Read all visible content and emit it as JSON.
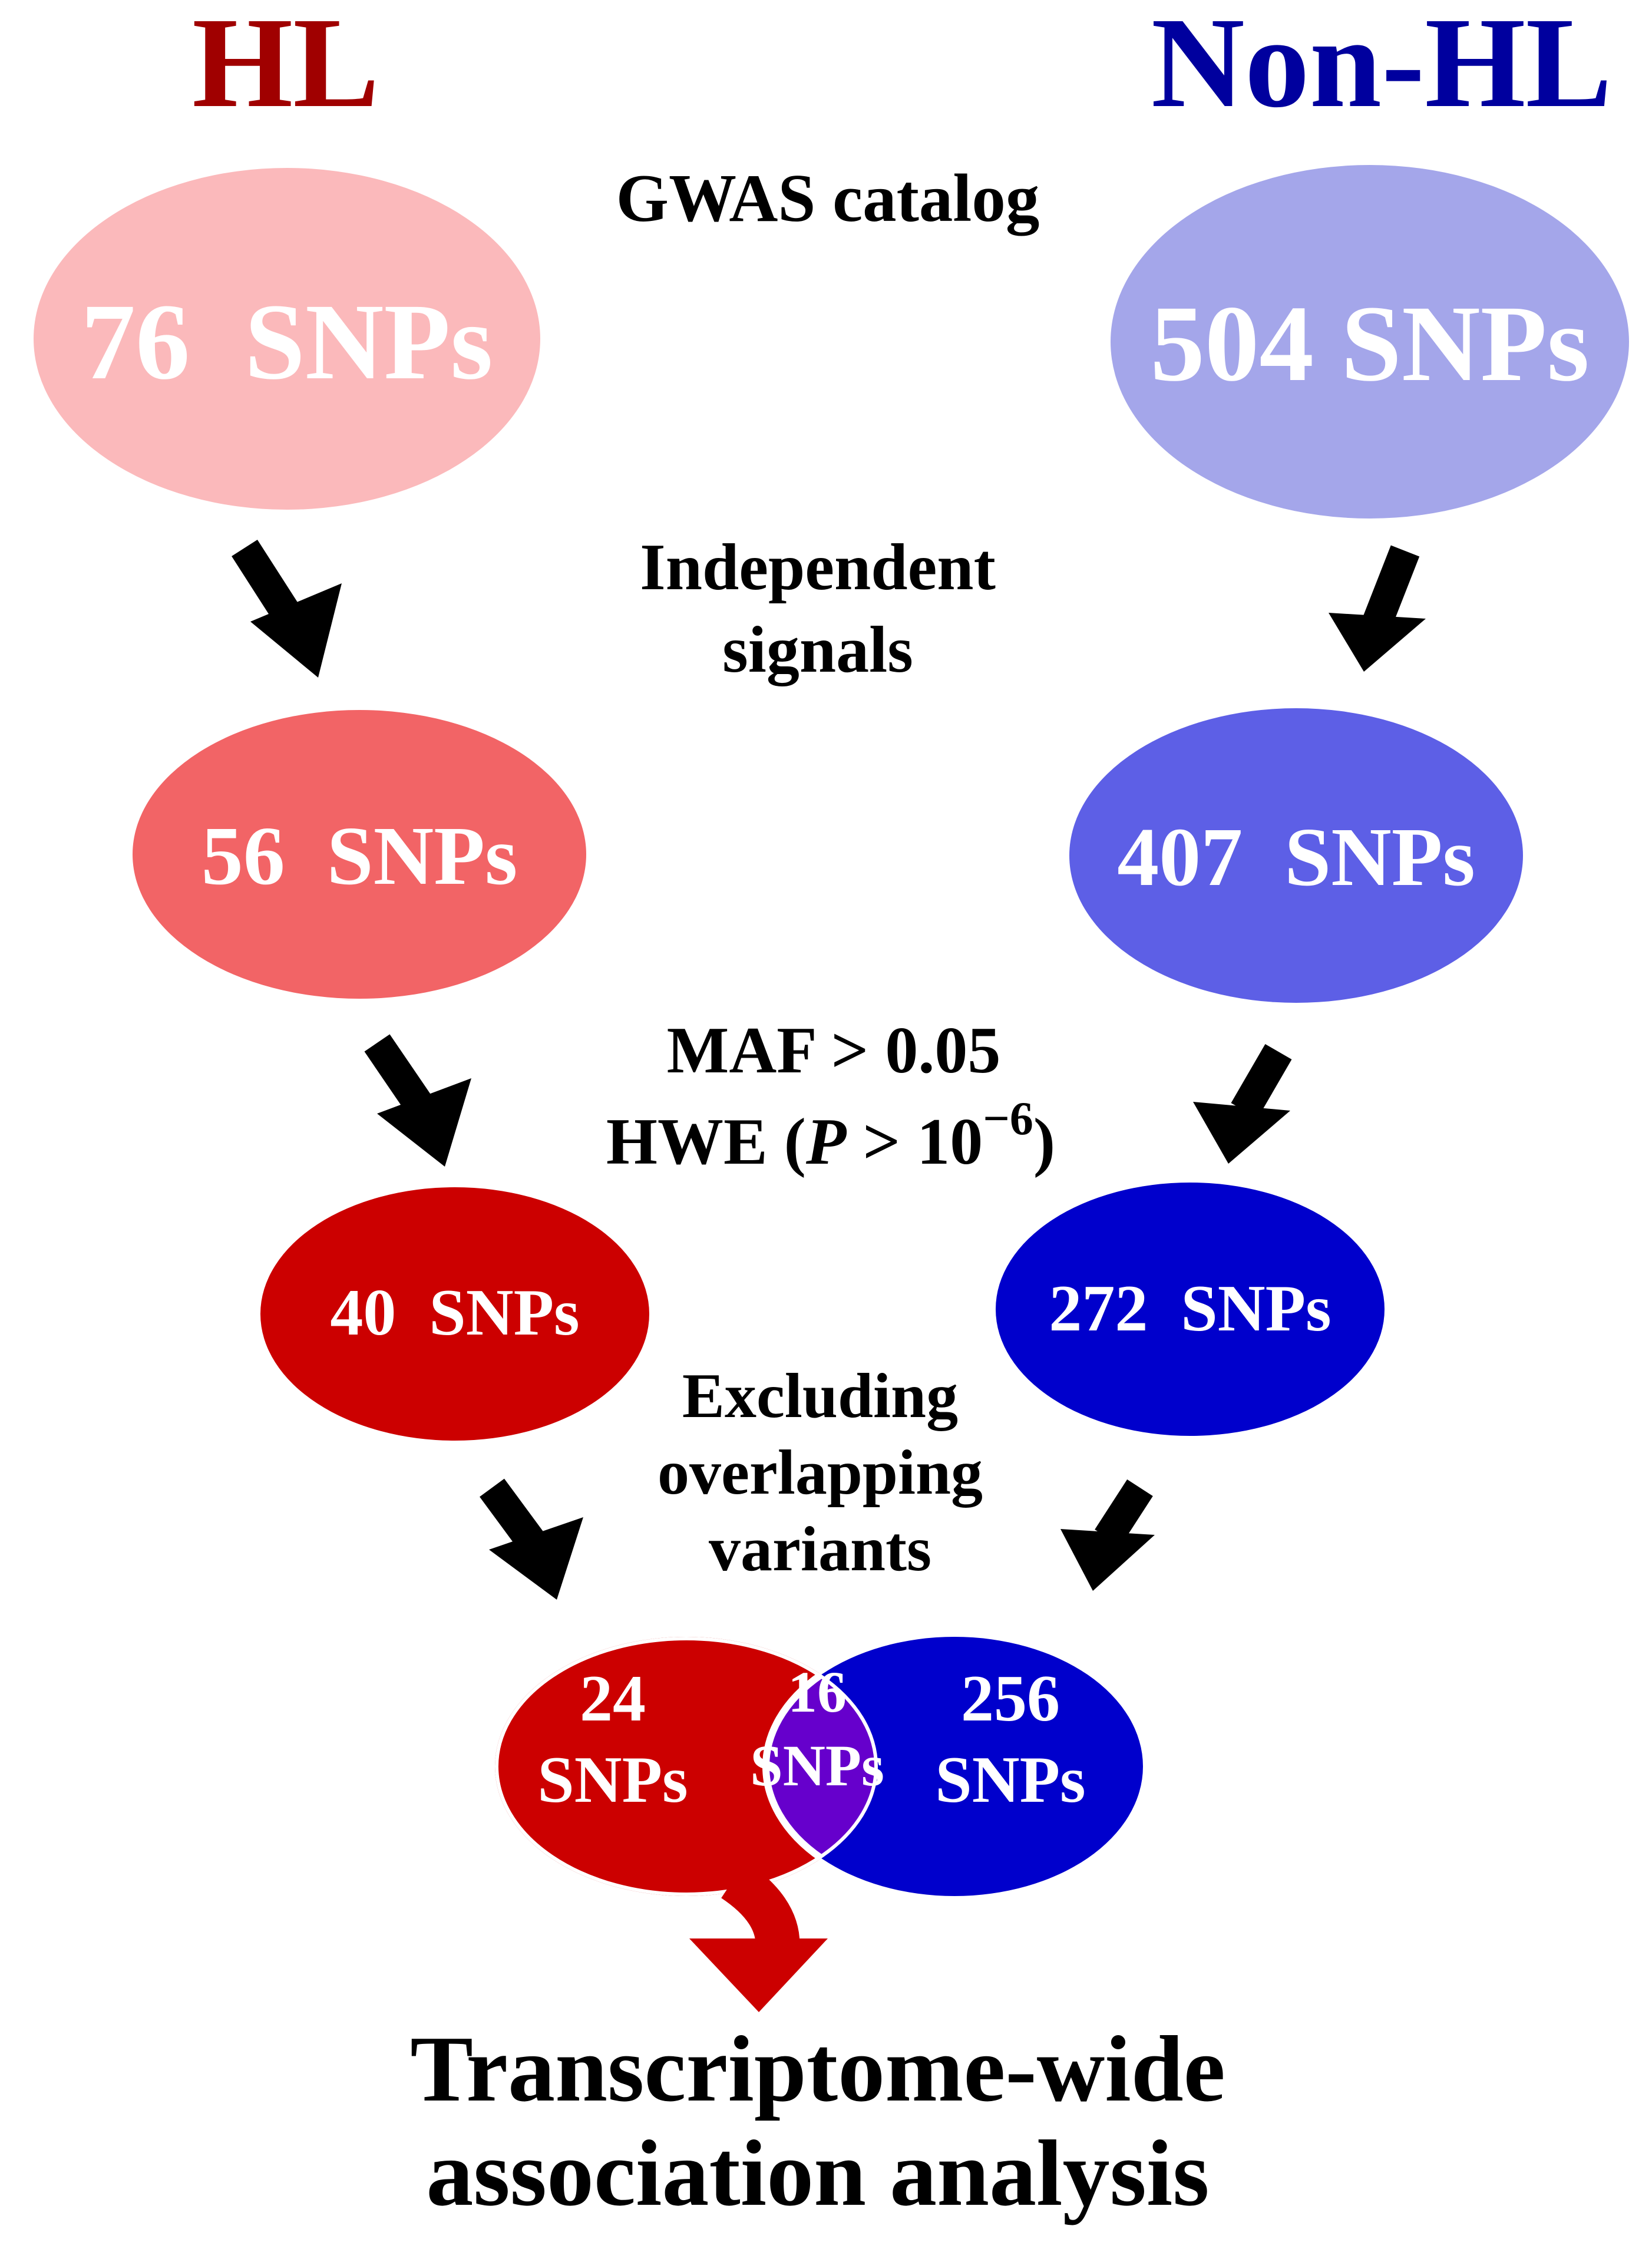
{
  "colors": {
    "hl_title": "#a00000",
    "nonhl_title": "#00009e",
    "hl_step1": "#fbb9bb",
    "hl_step2": "#f26466",
    "hl_step3": "#cc0000",
    "nonhl_step1": "#a4a6ea",
    "nonhl_step2": "#5d5fe6",
    "nonhl_step3": "#0000cc",
    "overlap": "#6600cc",
    "text_dark": "#000000",
    "text_light": "#ffffff",
    "final_arrow": "#cc0000"
  },
  "headers": {
    "hl": "HL",
    "nonhl": "Non-HL"
  },
  "steps": {
    "gwas": "GWAS catalog",
    "independent_line1": "Independent",
    "independent_line2": "signals",
    "maf": "MAF > 0.05",
    "hwe_prefix": "HWE (",
    "hwe_p": "P",
    "hwe_mid": " > 10",
    "hwe_exp": "−6",
    "hwe_suffix": ")",
    "excluding_line1": "Excluding",
    "excluding_line2": "overlapping",
    "excluding_line3": "variants"
  },
  "hl_nodes": {
    "step1": "76  SNPs",
    "step2": "56  SNPs",
    "step3": "40  SNPs"
  },
  "nonhl_nodes": {
    "step1": "504 SNPs",
    "step2": "407  SNPs",
    "step3": "272  SNPs"
  },
  "venn": {
    "hl_only_line1": "24",
    "hl_only_line2": "SNPs",
    "overlap_line1": "16",
    "overlap_line2": "SNPs",
    "nonhl_only_line1": "256",
    "nonhl_only_line2": "SNPs"
  },
  "final": {
    "line1": "Transcriptome-wide",
    "line2": "association analysis"
  }
}
